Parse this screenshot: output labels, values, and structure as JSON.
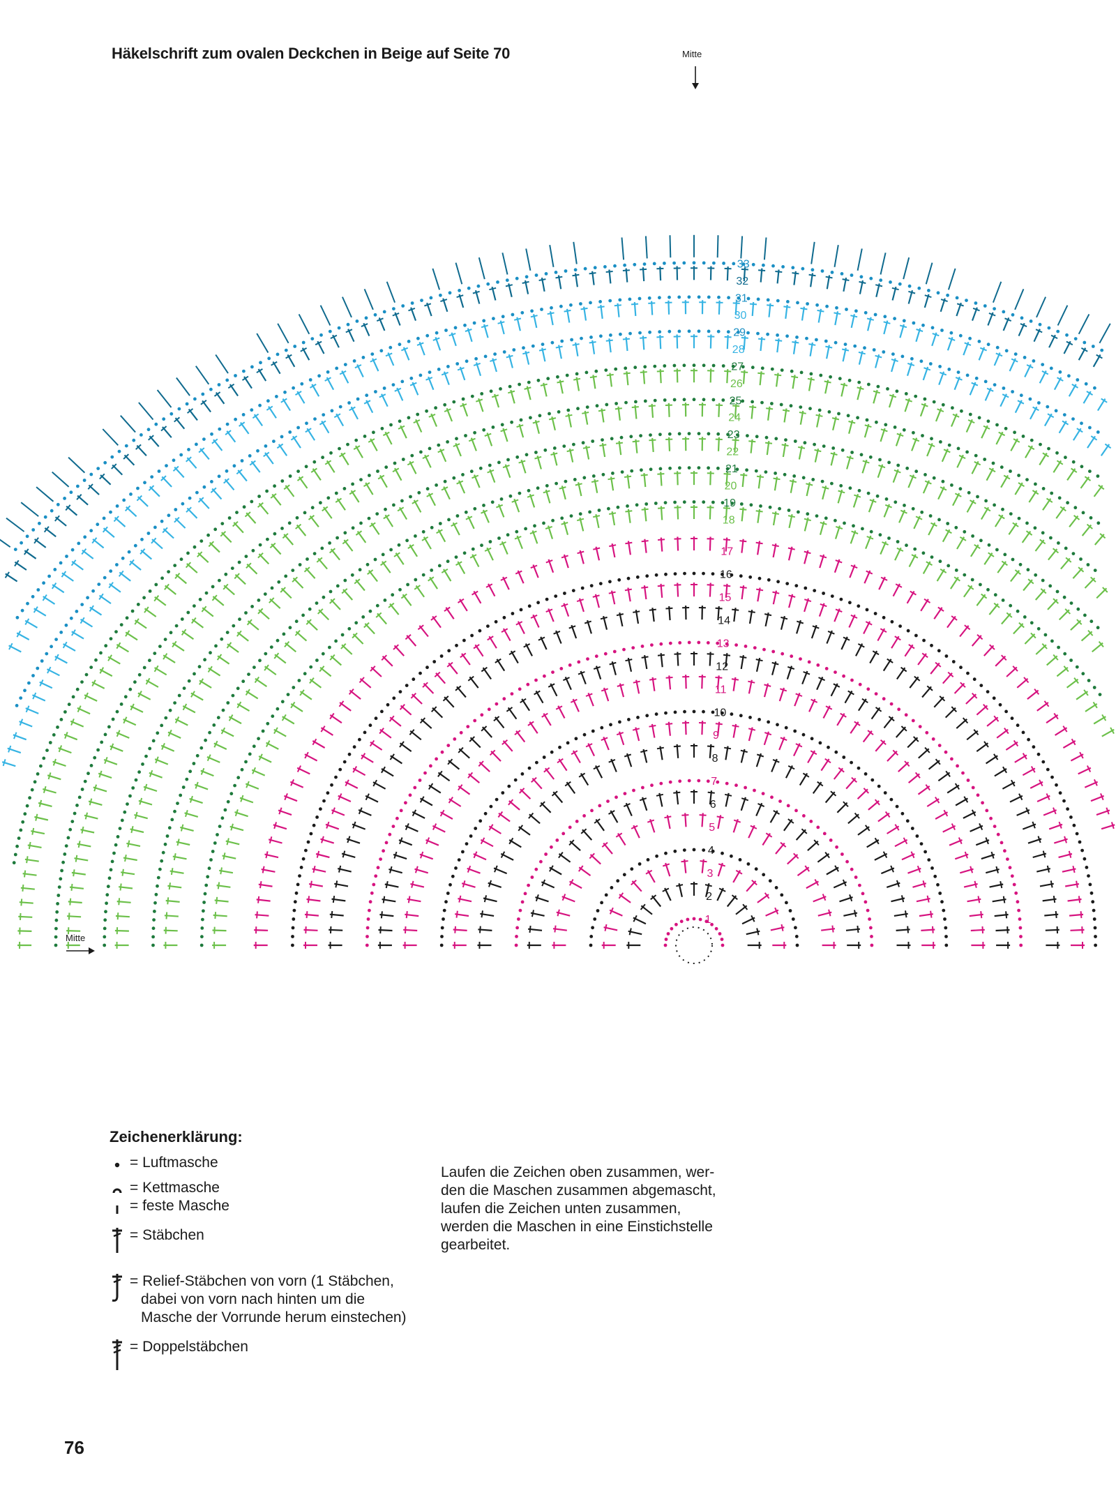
{
  "page": {
    "title": "Häkelschrift zum ovalen Deckchen in Beige auf Seite 70",
    "page_number": "76"
  },
  "diagram": {
    "mitte_top_label": "Mitte",
    "mitte_left_label": "Mitte",
    "round_labels": [
      "1",
      "2",
      "3",
      "4",
      "5",
      "6",
      "7",
      "8",
      "9",
      "10",
      "11",
      "12",
      "13",
      "14",
      "15",
      "16",
      "17",
      "18",
      "19",
      "20",
      "21",
      "22",
      "23",
      "24",
      "25",
      "26",
      "27",
      "28",
      "29",
      "30",
      "31",
      "32",
      "33"
    ],
    "colors": {
      "black": "#1a1a1a",
      "magenta": "#d6137f",
      "light_green": "#6cc04a",
      "dark_green": "#1e7a3c",
      "light_blue": "#35b3e3",
      "mid_blue": "#1a8fc4",
      "dark_blue": "#0f6a8e"
    }
  },
  "legend": {
    "title": "Zeichenerklärung:",
    "items": [
      {
        "symbol": "chain-stitch-icon",
        "label": "= Luftmasche"
      },
      {
        "symbol": "slip-stitch-icon",
        "label": "= Kettmasche"
      },
      {
        "symbol": "single-crochet-icon",
        "label": "= feste Masche"
      },
      {
        "symbol": "double-crochet-icon",
        "label": "= Stäbchen"
      },
      {
        "symbol": "front-post-double-crochet-icon",
        "label_lines": [
          "= Relief-Stäbchen von vorn (1 Stäbchen,",
          "dabei von vorn nach hinten um die",
          "Masche der Vorrunde herum einstechen)"
        ]
      },
      {
        "symbol": "treble-crochet-icon",
        "label": "= Doppelstäbchen"
      }
    ],
    "note_lines": [
      "Laufen die Zeichen oben zusammen, wer-",
      "den die Maschen zusammen abgemascht,",
      "laufen die Zeichen unten zusammen,",
      "werden die Maschen in eine Einstichstelle",
      "gearbeitet."
    ]
  }
}
